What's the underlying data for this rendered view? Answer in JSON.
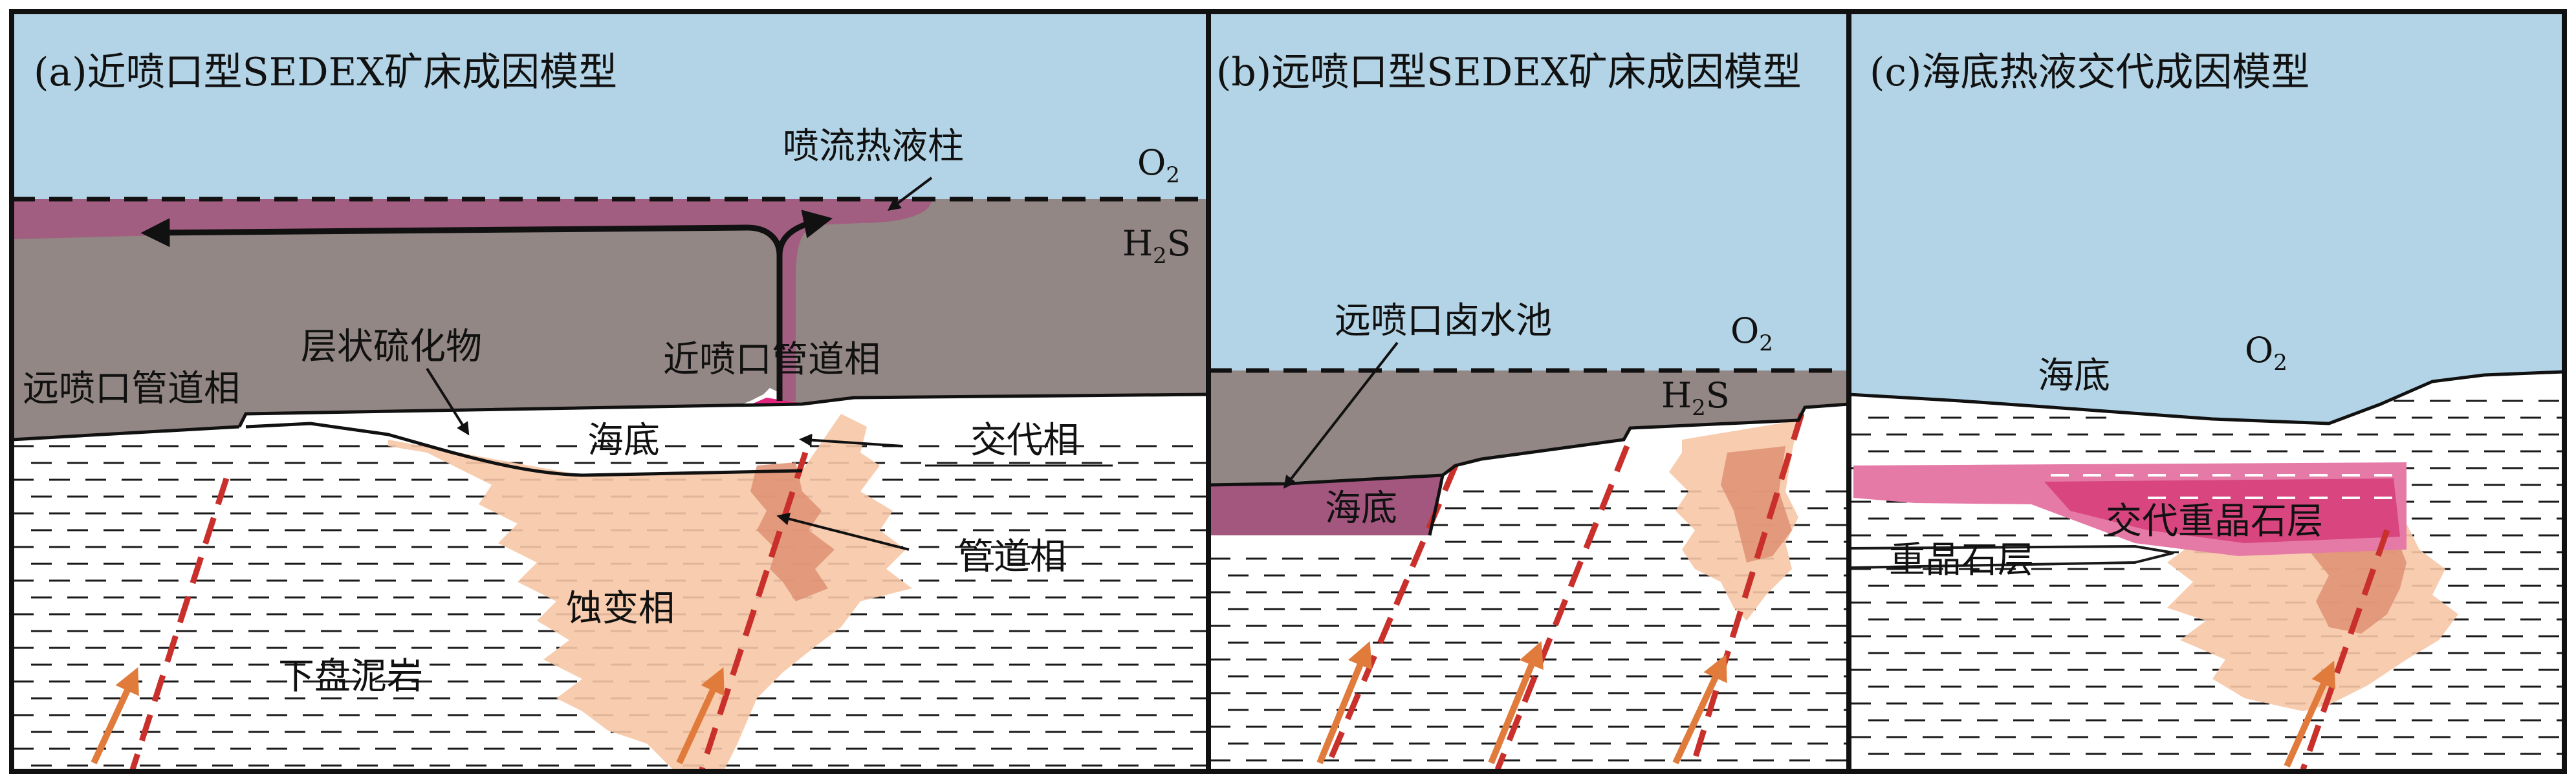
{
  "colors": {
    "sea": "#b3d4e6",
    "h2s": "#928784",
    "sulfide": "#a3577f",
    "vent": "#e0247c",
    "alteration": "#f6c6a6",
    "alteration_core": "#df8f72",
    "fault": "#c9302c",
    "arrow": "#e07b3c",
    "barite": "#e57aa6",
    "barite_core": "#d8457f",
    "mud_line": "#1a1a1a",
    "border": "#111111"
  },
  "panels": [
    {
      "id": "a",
      "title": "(a)近喷口型SEDEX矿床成因模型",
      "labels": {
        "plume": "喷流热液柱",
        "o2": "O",
        "o2_sub": "2",
        "h2s_h": "H",
        "h2s_sub": "2",
        "h2s_s": "S",
        "stratiform": "层状硫化物",
        "proximal_feeder": "近喷口管道相",
        "distal_feeder": "远喷口管道相",
        "seafloor": "海底",
        "replacement": "交代相",
        "feeder": "管道相",
        "alteration": "蚀变相",
        "footwall": "下盘泥岩"
      },
      "icons": [
        "plume-flow-arrow-icon",
        "pointer-arrow-icon",
        "fluid-up-arrow-icon"
      ]
    },
    {
      "id": "b",
      "title": "(b)远喷口型SEDEX矿床成因模型",
      "labels": {
        "brine_pool": "远喷口卤水池",
        "o2": "O",
        "o2_sub": "2",
        "h2s_h": "H",
        "h2s_sub": "2",
        "h2s_s": "S",
        "seafloor": "海底"
      }
    },
    {
      "id": "c",
      "title": "(c)海底热液交代成因模型",
      "labels": {
        "seafloor": "海底",
        "o2": "O",
        "o2_sub": "2",
        "replacement_barite": "交代重晶石层",
        "barite_layer": "重晶石层"
      }
    }
  ]
}
